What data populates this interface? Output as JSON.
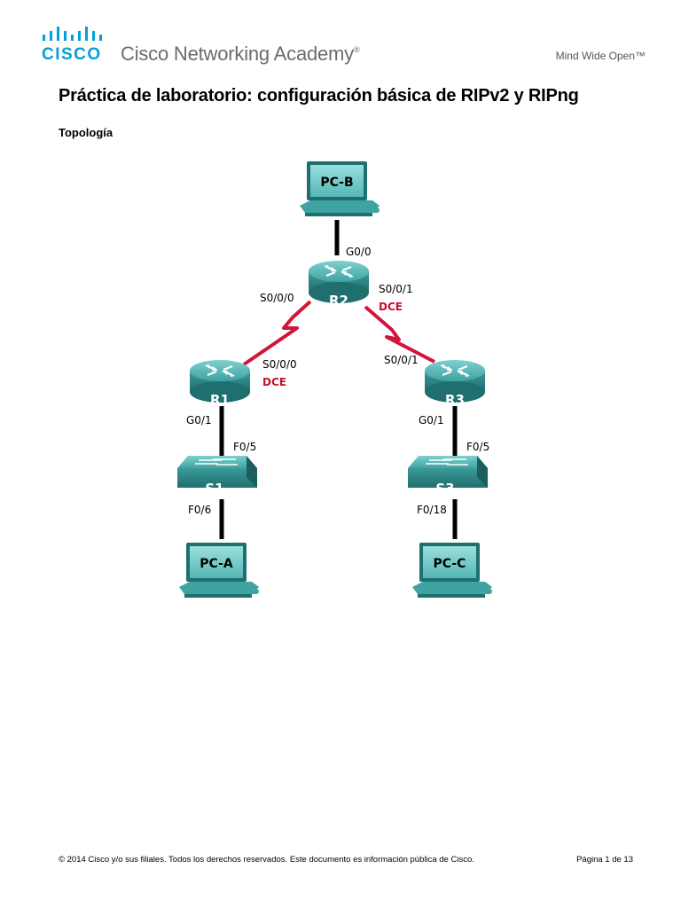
{
  "header": {
    "brand_word": "CISCO",
    "academy": "Cisco Networking Academy",
    "registered": "®",
    "tagline": "Mind Wide Open™"
  },
  "title": "Práctica de laboratorio: configuración básica de RIPv2 y RIPng",
  "section": "Topología",
  "topology": {
    "devices": {
      "pc_b": "PC-B",
      "r2": "R2",
      "r1": "R1",
      "r3": "R3",
      "s1": "S1",
      "s3": "S3",
      "pc_a": "PC-A",
      "pc_c": "PC-C"
    },
    "labels": {
      "r2_g0_0": "G0/0",
      "r2_s0_0_0": "S0/0/0",
      "r2_s0_0_1": "S0/0/1",
      "r2_dce": "DCE",
      "r1_s0_0_0": "S0/0/0",
      "r1_dce": "DCE",
      "r3_s0_0_1": "S0/0/1",
      "r1_g0_1": "G0/1",
      "r3_g0_1": "G0/1",
      "s1_f0_5": "F0/5",
      "s1_f0_6": "F0/6",
      "s3_f0_5": "F0/5",
      "s3_f0_18": "F0/18"
    },
    "colors": {
      "device": "#2f8f8d",
      "device_light": "#5fbcbb",
      "serial_link": "#d0163a",
      "dce": "#c8102e"
    }
  },
  "footer": {
    "copyright": "© 2014 Cisco y/o sus filiales. Todos los derechos reservados. Este documento es información pública de Cisco.",
    "page": "Página 1 de 13"
  }
}
